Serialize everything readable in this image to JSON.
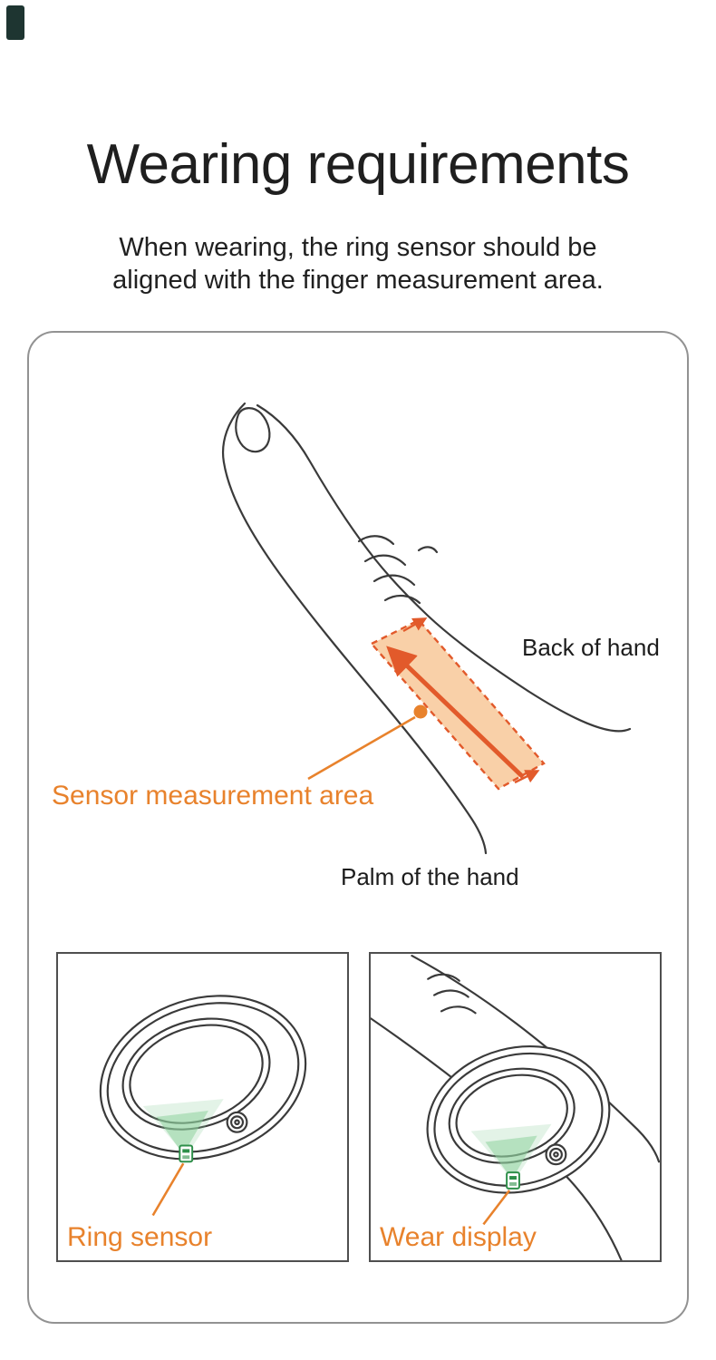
{
  "header": {
    "title": "Wearing requirements",
    "subtitle_lines": [
      "When wearing, the ring sensor should be",
      "aligned with the finger measurement area."
    ]
  },
  "diagram": {
    "label_back_of_hand": "Back of hand",
    "label_sensor_area": "Sensor measurement area",
    "label_palm": "Palm of the hand"
  },
  "insets": {
    "left_label": "Ring sensor",
    "right_label": "Wear display"
  },
  "colors": {
    "accent": "#E8822C",
    "band_fill": "#F7C08B",
    "band_stroke": "#E25A2B",
    "line_art": "#3A3A3A",
    "sensor_green": "#2E8F4A",
    "sensor_glow": "#8FD19E",
    "label_dark": "#1C1C1C"
  }
}
